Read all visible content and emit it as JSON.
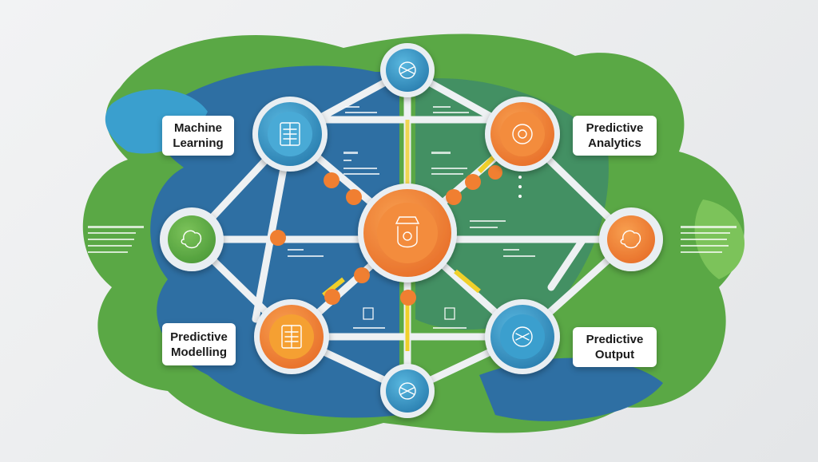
{
  "labels": {
    "machine_learning": "Machine\nLearning",
    "predictive_analytics": "Predictive\nAnalytics",
    "predictive_modelling": "Predictive\nModelling",
    "predictive_output": "Predictive\nOutput"
  },
  "colors": {
    "green": "#5aa845",
    "blue": "#2e6fa3",
    "light_blue": "#3a9fce",
    "orange": "#f07f31",
    "yellow": "#f0d02a"
  },
  "icons": {
    "top": "neural-network-icon",
    "machine_learning": "circuit-chip-icon",
    "predictive_analytics": "brain-gear-icon",
    "center": "robot-head-icon",
    "left": "brain-icon",
    "right": "brain-icon",
    "predictive_modelling": "circuit-chip-icon",
    "predictive_output": "brain-network-icon",
    "bottom": "neural-network-icon"
  }
}
